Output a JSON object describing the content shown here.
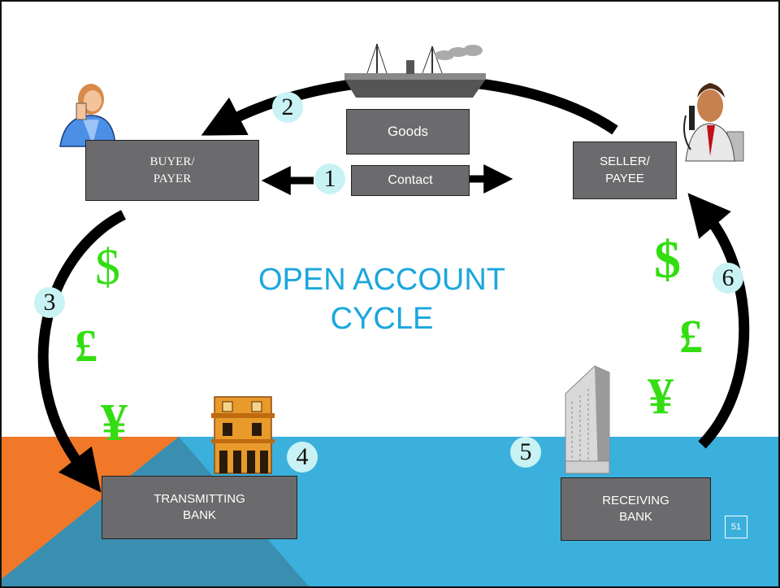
{
  "title_lines": [
    "OPEN ACCOUNT",
    "CYCLE"
  ],
  "boxes": {
    "buyer": "BUYER/\nPAYER",
    "seller": "SELLER/\nPAYEE",
    "goods": "Goods",
    "contact": "Contact",
    "transmitting_bank": "TRANSMITTING\nBANK",
    "receiving_bank": "RECEIVING\nBANK"
  },
  "steps": [
    "1",
    "2",
    "3",
    "4",
    "5",
    "6"
  ],
  "currency": {
    "dollar": "$",
    "pound": "£",
    "yen": "¥"
  },
  "page_number": "51",
  "colors": {
    "box_fill": "#6b6b6d",
    "title": "#1aa7dd",
    "currency": "#33dd11",
    "step_circle": "#c9f2f4",
    "sea": "#3bb0dd",
    "orange": "#f07828",
    "sea_dark": "#3a8fb0"
  },
  "icons": [
    "person-on-phone-icon",
    "businessman-on-phone-icon",
    "cargo-ship-icon",
    "brick-building-icon",
    "office-tower-icon"
  ]
}
